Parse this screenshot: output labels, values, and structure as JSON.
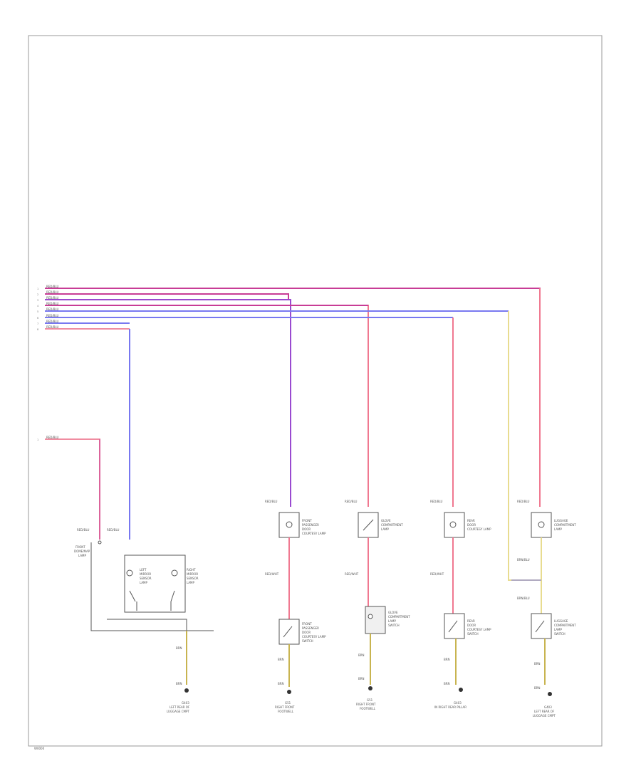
{
  "diagram": {
    "footer_id": "W0000",
    "colors": {
      "frame": "#999999",
      "black_wire": "#555555",
      "ground_wire": "#c8b450",
      "magenta": "#c83c96",
      "pink": "#f08ca0",
      "red": "#f07890",
      "blue": "#7878f0",
      "purple": "#9a4ad0",
      "yellow": "#e8dc90"
    },
    "bus_labels": [
      {
        "id": "1",
        "text": "RED/BLU"
      },
      {
        "id": "2",
        "text": "RED/BLU"
      },
      {
        "id": "3",
        "text": "RED/BLU"
      },
      {
        "id": "4",
        "text": "RED/BLU"
      },
      {
        "id": "5",
        "text": "RED/BLU"
      },
      {
        "id": "6",
        "text": "RED/BLU"
      },
      {
        "id": "7",
        "text": "RED/BLU"
      },
      {
        "id": "8",
        "text": "RED/BLU"
      }
    ],
    "components": [
      {
        "id": "lamp-front",
        "pin": "RED/BLU",
        "lines": [
          "FRONT",
          "DOME/MAP",
          "LAMP"
        ]
      },
      {
        "id": "sensor-left",
        "pin": "RED/BLU",
        "lines": [
          "LEFT",
          "MIRROR",
          "SENSOR",
          "LAMP"
        ]
      },
      {
        "id": "sensor-right",
        "lines": [
          "RIGHT",
          "MIRROR",
          "SENSOR",
          "LAMP"
        ]
      },
      {
        "id": "lamp-1",
        "pin": "RED/BLU",
        "wire": "RED/WHT",
        "lines": [
          "FRONT",
          "PASSENGER",
          "DOOR",
          "COURTESY LAMP"
        ]
      },
      {
        "id": "lamp-2",
        "pin": "RED/BLU",
        "wire": "RED/WHT",
        "lines": [
          "GLOVE",
          "COMPARTMENT",
          "LAMP"
        ]
      },
      {
        "id": "lamp-3",
        "pin": "RED/BLU",
        "wire": "RED/WHT",
        "lines": [
          "REAR",
          "DOOR",
          "COURTESY LAMP"
        ]
      },
      {
        "id": "lamp-4",
        "pin": "RED/BLU",
        "wire": "BRN/BLU",
        "lines": [
          "LUGGAGE",
          "COMPARTMENT",
          "LAMP"
        ]
      },
      {
        "id": "switch-1",
        "lines": [
          "FRONT",
          "PASSENGER",
          "DOOR",
          "COURTESY LAMP",
          "SWITCH"
        ]
      },
      {
        "id": "switch-2",
        "lines": [
          "GLOVE",
          "COMPARTMENT",
          "LAMP",
          "SWITCH"
        ]
      },
      {
        "id": "switch-3",
        "lines": [
          "REAR",
          "DOOR",
          "COURTESY LAMP",
          "SWITCH"
        ]
      },
      {
        "id": "switch-4",
        "pin": "BRN/BLU",
        "lines": [
          "LUGGAGE",
          "COMPARTMENT",
          "LAMP",
          "SWITCH"
        ]
      }
    ],
    "grounds": [
      {
        "id": "g1",
        "wire": "BRN",
        "name": "G403",
        "lines": [
          "LEFT REAR OF",
          "LUGGAGE CMPT"
        ]
      },
      {
        "id": "g2",
        "wire": "BRN",
        "name": "G51",
        "lines": [
          "RIGHT FRONT",
          "FOOTWELL"
        ]
      },
      {
        "id": "g3",
        "wire": "BRN",
        "name": "G51",
        "lines": [
          "RIGHT FRONT",
          "FOOTWELL"
        ]
      },
      {
        "id": "g4",
        "wire": "BRN",
        "name": "G403",
        "lines": [
          "IN RIGHT REAR PILLAR"
        ]
      },
      {
        "id": "g5",
        "wire": "BRN",
        "name": "G403",
        "lines": [
          "LEFT REAR OF",
          "LUGGAGE CMPT"
        ]
      }
    ]
  }
}
